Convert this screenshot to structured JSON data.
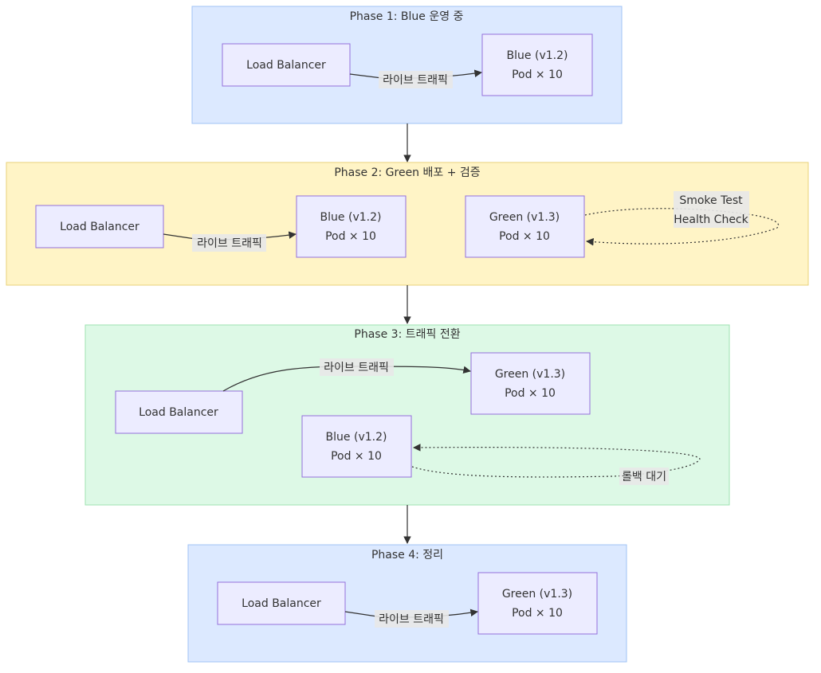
{
  "colors": {
    "phase_blue_fill": "#DCE9FF",
    "phase_blue_stroke": "#9FC3F5",
    "phase_yellow_fill": "#FFF4C6",
    "phase_yellow_stroke": "#E8D27A",
    "phase_green_fill": "#DDF9E6",
    "phase_green_stroke": "#9FE3B2",
    "node_fill": "#ECECFF",
    "node_stroke": "#9370DB",
    "text": "#333333",
    "edge_label_bg": "#E8E8E8"
  },
  "phases": [
    {
      "title": "Phase 1: Blue 운영 중",
      "nodes": {
        "lb": "Load Balancer",
        "blue": [
          "Blue (v1.2)",
          "Pod × 10"
        ]
      },
      "edges": {
        "live": "라이브 트래픽"
      }
    },
    {
      "title": "Phase 2: Green 배포 + 검증",
      "nodes": {
        "lb": "Load Balancer",
        "blue": [
          "Blue (v1.2)",
          "Pod × 10"
        ],
        "green": [
          "Green (v1.3)",
          "Pod × 10"
        ]
      },
      "edges": {
        "live": "라이브 트래픽",
        "check": [
          "Smoke Test",
          "Health Check"
        ]
      }
    },
    {
      "title": "Phase 3: 트래픽 전환",
      "nodes": {
        "lb": "Load Balancer",
        "green": [
          "Green (v1.3)",
          "Pod × 10"
        ],
        "blue": [
          "Blue (v1.2)",
          "Pod × 10"
        ]
      },
      "edges": {
        "live": "라이브 트래픽",
        "rollback": "롤백 대기"
      }
    },
    {
      "title": "Phase 4: 정리",
      "nodes": {
        "lb": "Load Balancer",
        "green": [
          "Green (v1.3)",
          "Pod × 10"
        ]
      },
      "edges": {
        "live": "라이브 트래픽"
      }
    }
  ]
}
